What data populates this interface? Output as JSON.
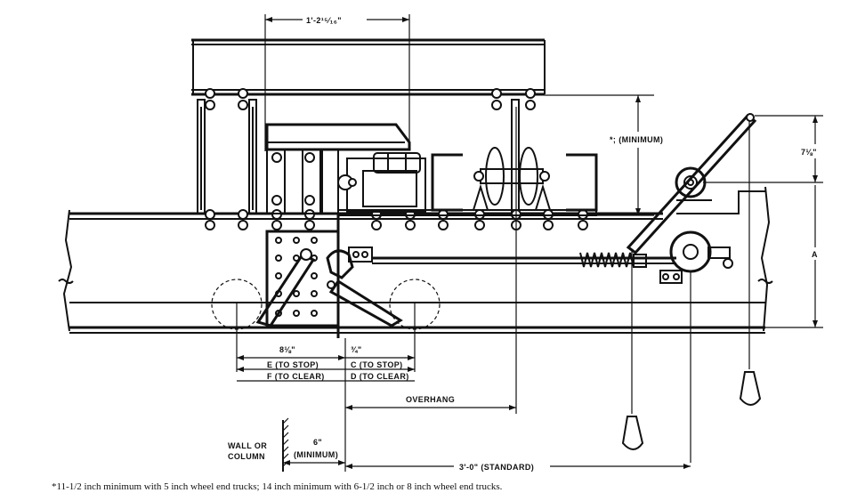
{
  "dimensions": {
    "top_width": "1'-2¹⁵⁄₁₆\"",
    "min_height": "*; (MINIMUM)",
    "right_height": "7⅛\"",
    "a_label": "A",
    "e_value": "8⅛\"",
    "c_value": "¾\"",
    "e_label": "E (TO STOP)",
    "f_label": "F (TO CLEAR)",
    "c_label": "C (TO STOP)",
    "d_label": "D (TO CLEAR)",
    "overhang": "OVERHANG",
    "wall_label_1": "WALL OR",
    "wall_label_2": "COLUMN",
    "six_inch": "6\"",
    "six_inch_note": "(MINIMUM)",
    "standard": "3'-0\" (STANDARD)"
  },
  "footnote": "*11-1/2 inch minimum with 5 inch wheel end trucks; 14 inch minimum with 6-1/2 inch or 8 inch wheel end trucks."
}
